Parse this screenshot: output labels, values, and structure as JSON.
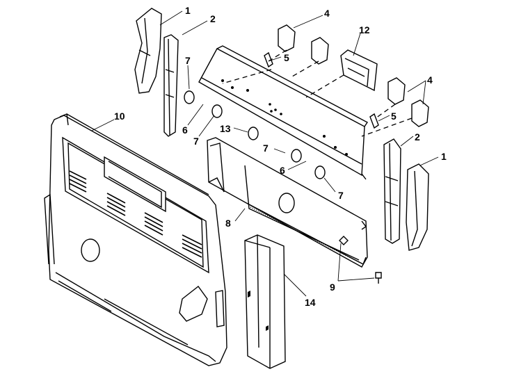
{
  "callouts": [
    {
      "id": "c1a",
      "text": "1"
    },
    {
      "id": "c2a",
      "text": "2"
    },
    {
      "id": "c4a",
      "text": "4"
    },
    {
      "id": "c12",
      "text": "12"
    },
    {
      "id": "c5a",
      "text": "5"
    },
    {
      "id": "c7a",
      "text": "7"
    },
    {
      "id": "c6a",
      "text": "6"
    },
    {
      "id": "c7b",
      "text": "7"
    },
    {
      "id": "c13",
      "text": "13"
    },
    {
      "id": "c10",
      "text": "10"
    },
    {
      "id": "c4b",
      "text": "4"
    },
    {
      "id": "c5b",
      "text": "5"
    },
    {
      "id": "c2b",
      "text": "2"
    },
    {
      "id": "c1b",
      "text": "1"
    },
    {
      "id": "c7c",
      "text": "7"
    },
    {
      "id": "c6b",
      "text": "6"
    },
    {
      "id": "c7d",
      "text": "7"
    },
    {
      "id": "c8",
      "text": "8"
    },
    {
      "id": "c9",
      "text": "9"
    },
    {
      "id": "c14",
      "text": "14"
    }
  ]
}
